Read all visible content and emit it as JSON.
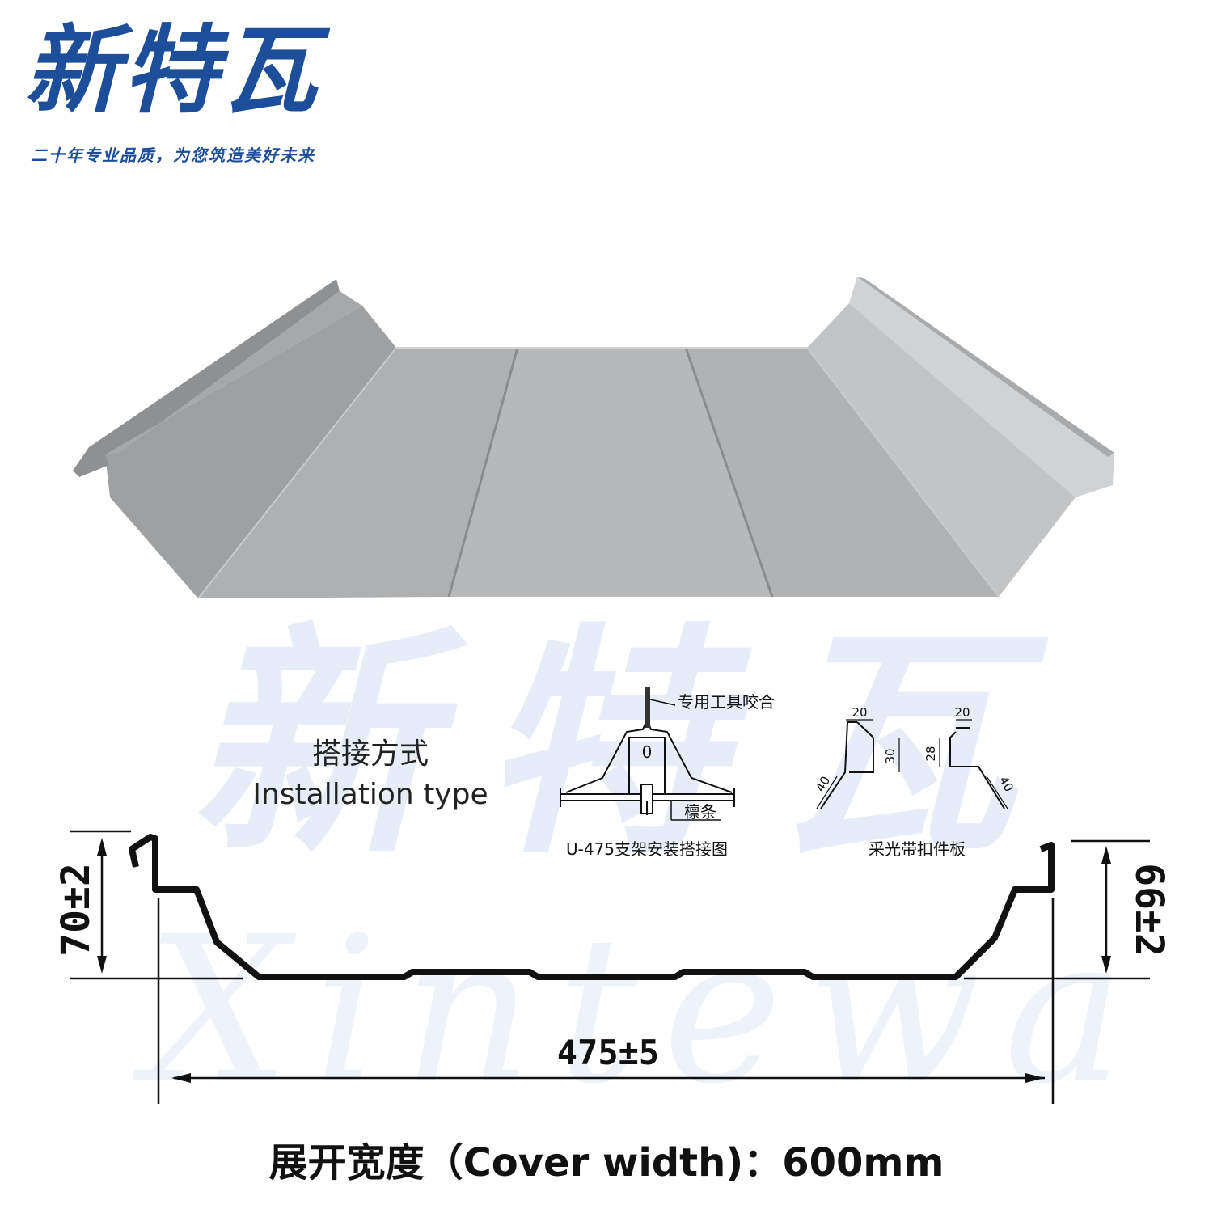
{
  "brand": {
    "logo": "新特瓦",
    "slogan": "二十年专业品质，为您筑造美好未来"
  },
  "watermark": {
    "chinese": "新特瓦",
    "english": "Xintewa"
  },
  "installation": {
    "title_cn": "搭接方式",
    "title_en": "Installation type"
  },
  "detail_bracket": {
    "tool_label": "专用工具咬合",
    "purlin_label": "檩条",
    "caption": "U-475支架安装搭接图"
  },
  "detail_skylight": {
    "dims": {
      "top_left": "20",
      "height_left": "30",
      "slope_left": "40",
      "top_right": "20",
      "height_right": "28",
      "slope_right": "40"
    },
    "caption": "采光带扣件板"
  },
  "profile": {
    "left_height": "70±2",
    "right_height": "66±2",
    "width": "475±5"
  },
  "footer": {
    "text": "展开宽度（Cover width)：600mm"
  },
  "colors": {
    "brand": "#1d4e9a",
    "panel": "#b2b4b6"
  }
}
